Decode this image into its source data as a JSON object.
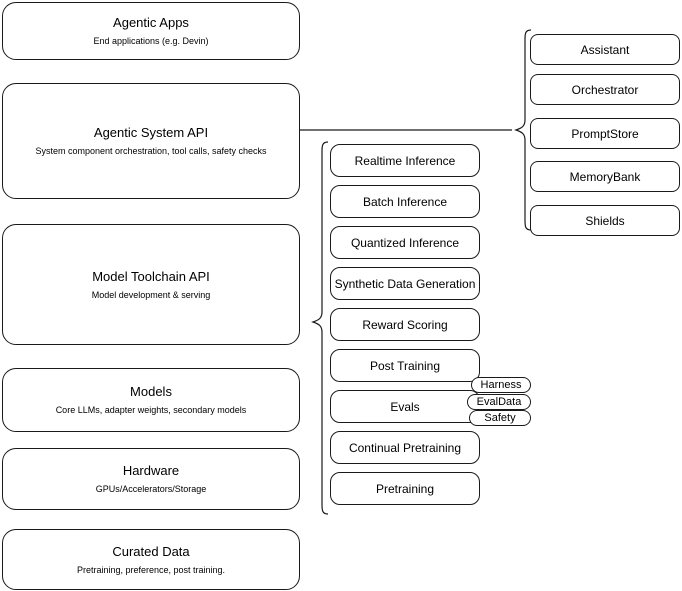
{
  "diagram": {
    "title": "LLM Stack Layers Diagram",
    "accent_color": "#1a1a1a",
    "background_color": "#ffffff"
  },
  "layers": [
    {
      "name": "agentic-apps",
      "title": "Agentic Apps",
      "subtitle": "End applications (e.g. Devin)"
    },
    {
      "name": "agentic-system-api",
      "title": "Agentic System API",
      "subtitle": "System component orchestration, tool calls, safety checks"
    },
    {
      "name": "model-toolchain-api",
      "title": "Model Toolchain API",
      "subtitle": "Model development & serving"
    },
    {
      "name": "models",
      "title": "Models",
      "subtitle": "Core LLMs, adapter weights, secondary models"
    },
    {
      "name": "hardware",
      "title": "Hardware",
      "subtitle": "GPUs/Accelerators/Storage"
    },
    {
      "name": "curated-data",
      "title": "Curated Data",
      "subtitle": "Pretraining, preference, post training."
    }
  ],
  "toolchain_capabilities": [
    {
      "name": "realtime-inference",
      "label": "Realtime Inference"
    },
    {
      "name": "batch-inference",
      "label": "Batch Inference"
    },
    {
      "name": "quantized-inference",
      "label": "Quantized Inference"
    },
    {
      "name": "synthetic-data-generation",
      "label": "Synthetic Data Generation"
    },
    {
      "name": "reward-scoring",
      "label": "Reward Scoring"
    },
    {
      "name": "post-training",
      "label": "Post Training"
    },
    {
      "name": "evals",
      "label": "Evals"
    },
    {
      "name": "continual-pretraining",
      "label": "Continual Pretraining"
    },
    {
      "name": "pretraining",
      "label": "Pretraining"
    }
  ],
  "eval_subcomponents": [
    {
      "name": "harness",
      "label": "Harness"
    },
    {
      "name": "evaldata",
      "label": "EvalData"
    },
    {
      "name": "safety",
      "label": "Safety"
    }
  ],
  "system_components": [
    {
      "name": "assistant",
      "label": "Assistant"
    },
    {
      "name": "orchestrator",
      "label": "Orchestrator"
    },
    {
      "name": "promptstore",
      "label": "PromptStore"
    },
    {
      "name": "memorybank",
      "label": "MemoryBank"
    },
    {
      "name": "shields",
      "label": "Shields"
    }
  ]
}
